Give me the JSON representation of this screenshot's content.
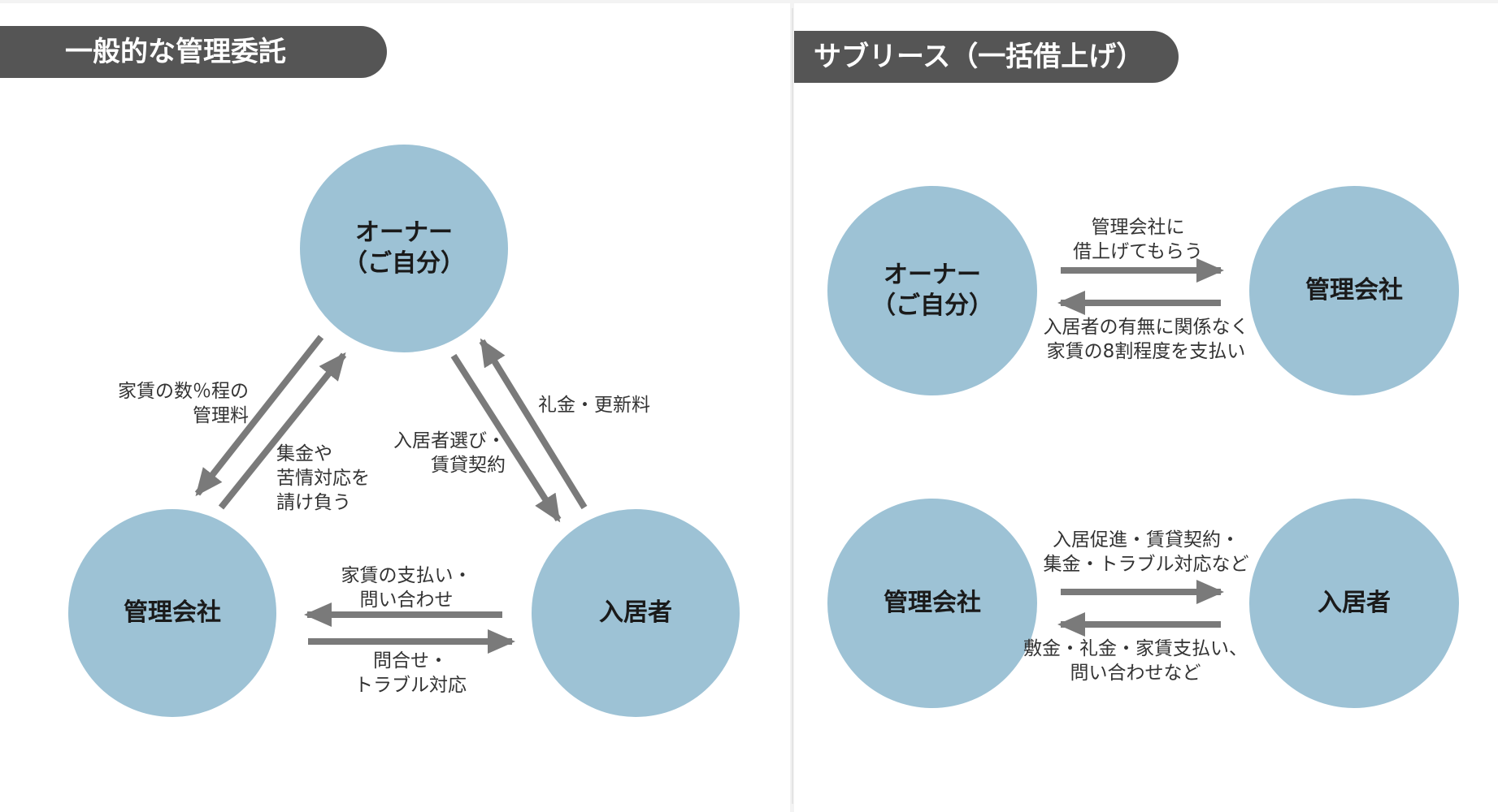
{
  "left_diagram": {
    "title": "一般的な管理委託",
    "nodes": {
      "owner": "オーナー\n（ご自分）",
      "management": "管理会社",
      "tenant": "入居者"
    },
    "labels": {
      "fee": "家賃の数％程の\n管理料",
      "collection": "集金や\n苦情対応を\n請け負う",
      "tenant_selection": "入居者選び・\n賃貸契約",
      "key_money": "礼金・更新料",
      "rent_payment": "家賃の支払い・\n問い合わせ",
      "inquiry": "問合せ・\nトラブル対応"
    }
  },
  "right_diagram": {
    "title": "サブリース（一括借上げ）",
    "nodes": {
      "owner": "オーナー\n（ご自分）",
      "management_top": "管理会社",
      "management_bottom": "管理会社",
      "tenant": "入居者"
    },
    "labels": {
      "lease_out": "管理会社に\n借上げてもらう",
      "guaranteed_rent": "入居者の有無に関係なく\n家賃の8割程度を支払い",
      "services": "入居促進・賃貸契約・\n集金・トラブル対応など",
      "payments": "敷金・礼金・家賃支払い、\n問い合わせなど"
    }
  },
  "colors": {
    "node_fill": "#9dc2d5",
    "arrow": "#7a7a7a",
    "title_bg": "#555555"
  }
}
